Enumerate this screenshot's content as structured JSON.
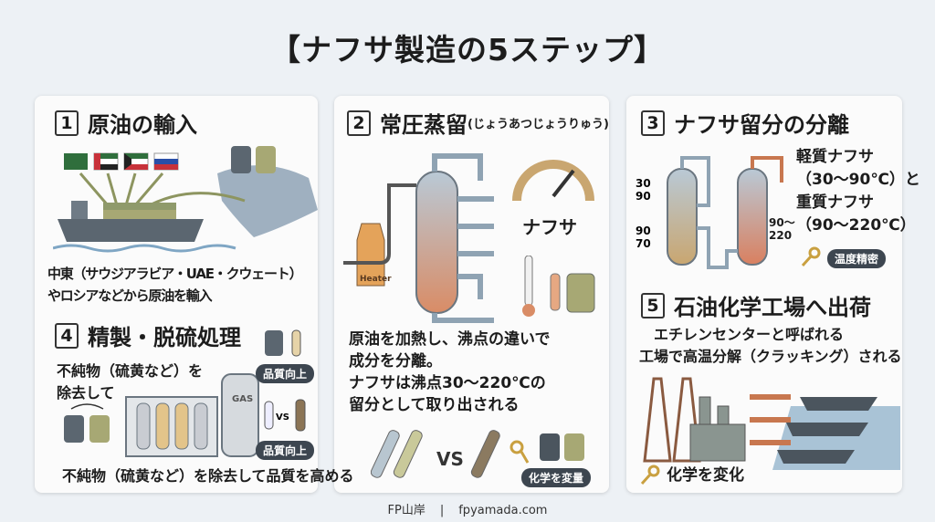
{
  "title": "【ナフサ製造の5ステップ】",
  "steps": [
    {
      "num": "1",
      "title": "原油の輸入",
      "desc": "中東（サウジアラビア・UAE・クウェート）\nやロシアなどから原油を輸入"
    },
    {
      "num": "2",
      "title": "常圧蒸留",
      "reading": "(じょうあつじょうりゅう)",
      "gauge_label": "ナフサ",
      "heater_label": "Heater",
      "desc": "原油を加熱し、沸点の違いで\n成分を分離。\nナフサは沸点30〜220℃の\n留分として取り出される",
      "vs": "VS",
      "badge": "化学を変量"
    },
    {
      "num": "3",
      "title": "ナフサ留分の分離",
      "labels_left": [
        "30",
        "90",
        "90",
        "70"
      ],
      "label_right": "90〜\n220",
      "desc": "軽質ナフサ\n（30〜90℃）と\n重質ナフサ\n（90〜220℃）",
      "badge": "温度精密"
    },
    {
      "num": "4",
      "title": "精製・脱硫処理",
      "desc": "不純物（硫黄など）を\n除去して",
      "gas_label": "GAS",
      "vs": "VS",
      "badge1": "品質向上",
      "badge2": "品質向上",
      "bottom": "不純物（硫黄など）を除去して品質を高める"
    },
    {
      "num": "5",
      "title": "石油化学工場へ出荷",
      "desc": "　エチレンセンターと呼ばれる\n工場で高温分解（クラッキング）される",
      "key_label": "化学を変化"
    }
  ],
  "footer": {
    "brand": "FP山岸",
    "sep": "|",
    "site": "fpyamada.com"
  },
  "colors": {
    "steel": "#7f8d99",
    "rust": "#c8774f",
    "olive": "#a7a874",
    "navy": "#3d4650"
  }
}
